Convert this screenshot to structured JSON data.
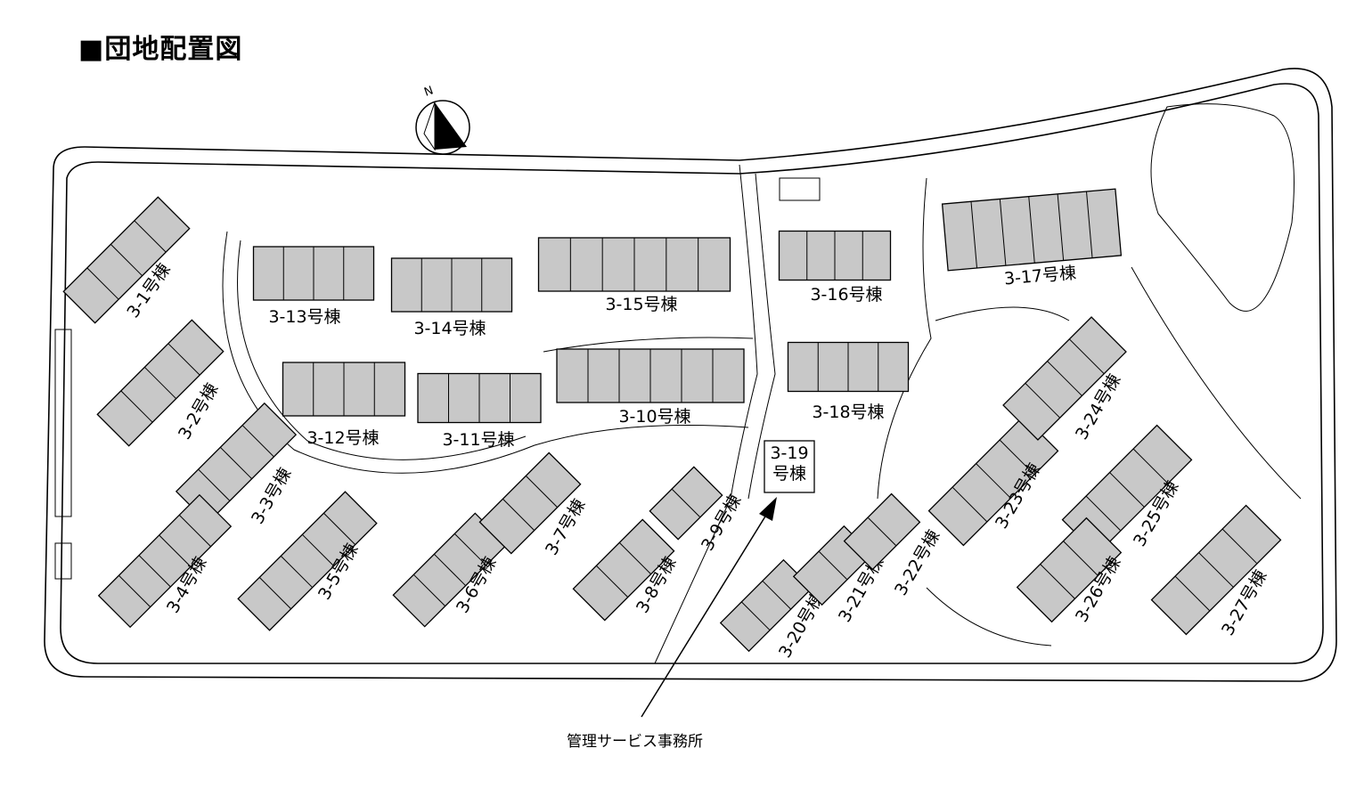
{
  "title": "■団地配置図",
  "compass": {
    "label": "N"
  },
  "buildings": [
    "3-1号棟",
    "3-2号棟",
    "3-3号棟",
    "3-4号棟",
    "3-5号棟",
    "3-6号棟",
    "3-7号棟",
    "3-8号棟",
    "3-9号棟",
    "3-10号棟",
    "3-11号棟",
    "3-12号棟",
    "3-13号棟",
    "3-14号棟",
    "3-15号棟",
    "3-16号棟",
    "3-17号棟",
    "3-18号棟",
    "3-20号棟",
    "3-21号棟",
    "3-22号棟",
    "3-23号棟",
    "3-24号棟",
    "3-25号棟",
    "3-26号棟",
    "3-27号棟"
  ],
  "building_19": {
    "line1": "3-19",
    "line2": "号棟"
  },
  "office": {
    "label": "管理サービス事務所"
  }
}
